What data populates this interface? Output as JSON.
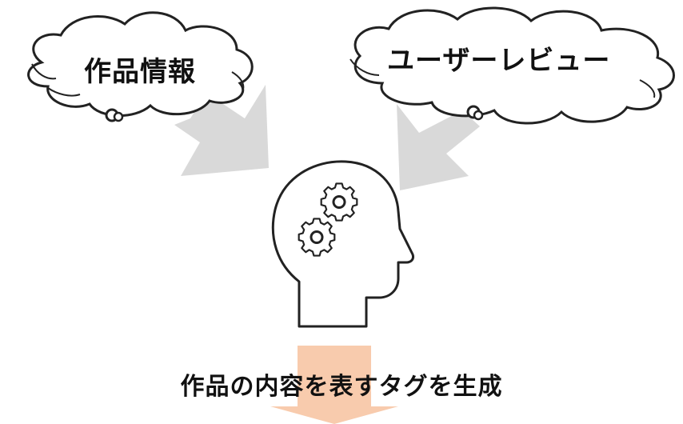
{
  "inputs": {
    "left_cloud_label": "作品情報",
    "right_cloud_label": "ユーザーレビュー"
  },
  "output": {
    "label": "作品の内容を表すタグを生成"
  },
  "colors": {
    "input_arrow": "#d9d9d9",
    "output_arrow": "#f8cbad",
    "outline": "#222222",
    "background": "#ffffff"
  },
  "icons": {
    "processor": "head-with-gears-icon"
  }
}
